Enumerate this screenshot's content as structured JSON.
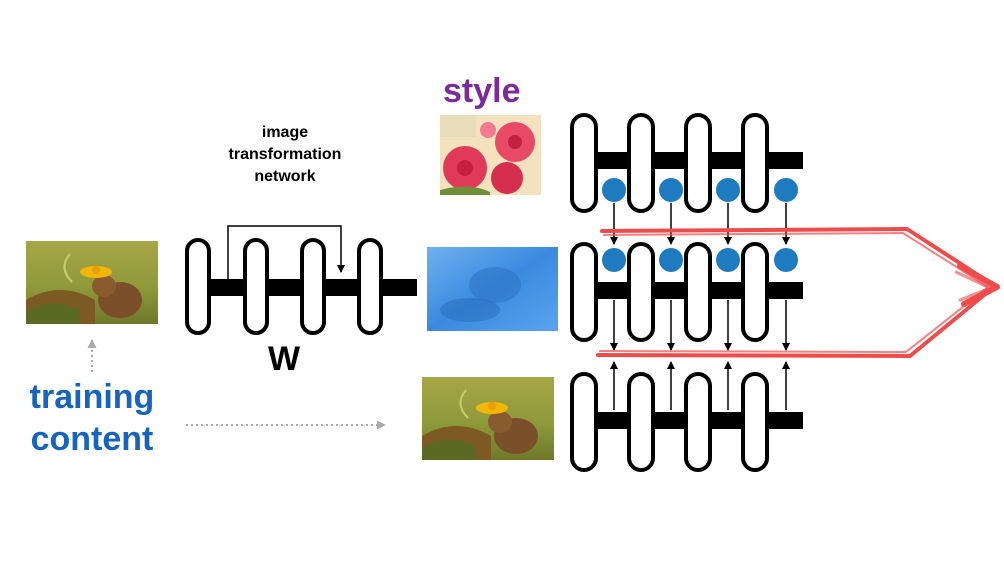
{
  "labels": {
    "style": "style",
    "network_line1": "image",
    "network_line2": "transformation",
    "network_line3": "network",
    "weights": "W",
    "training_line1": "training",
    "training_line2": "content"
  },
  "colors": {
    "style_label": "#7b2a9b",
    "content_label": "#1565c0",
    "neuron": "#1e7bc0",
    "highlight_arrow": "#ef4b4b",
    "dotted_arrow": "#aaaaaa"
  },
  "icons": {
    "content_image": "squirrel-with-flower-photo",
    "style_image": "floral-catalog-cover-photo",
    "output_image": "stylized-blue-image",
    "highlight": "red-hand-drawn-arrow"
  }
}
